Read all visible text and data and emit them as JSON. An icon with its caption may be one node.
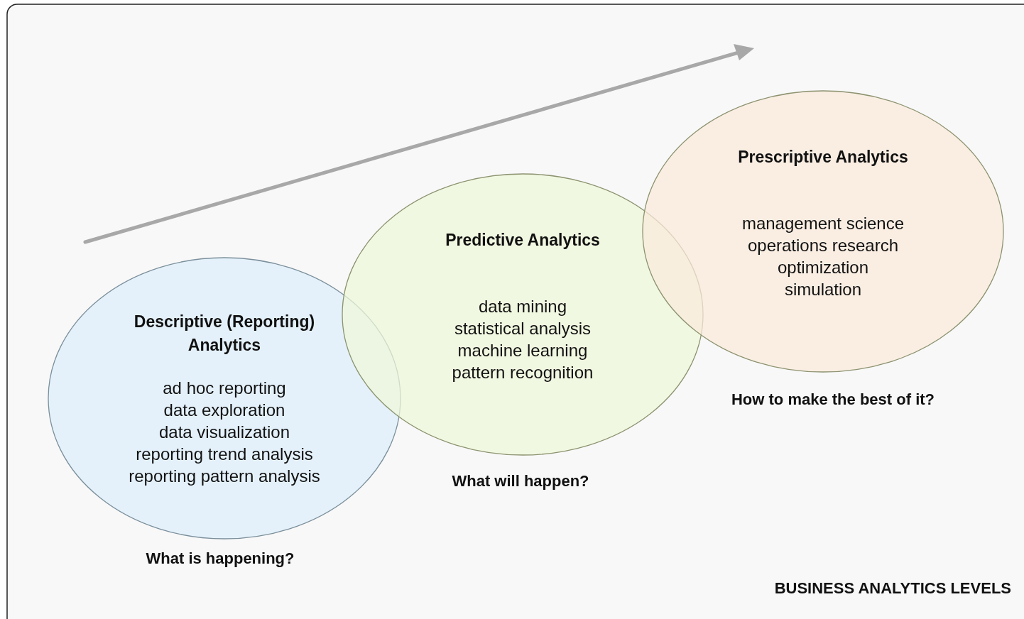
{
  "diagram": {
    "caption": "BUSINESS ANALYTICS LEVELS",
    "nodes": [
      {
        "text": [
          "Descriptive (Reporting) Analytics",
          "ad hoc reporting",
          "data exploration",
          "data visualization",
          "reporting trend analysis",
          "reporting pattern analysis"
        ],
        "beside": [
          "What is happening?"
        ]
      },
      {
        "text": [
          "Predictive Analytics",
          "data mining",
          "statistical analysis",
          "machine learning",
          "pattern recognition"
        ],
        "beside": [
          "What will happen?"
        ]
      },
      {
        "text": [
          "Prescriptive Analytics",
          "management science",
          "operations research",
          "optimization",
          "simulation"
        ],
        "beside": [
          "How to make the best of it?"
        ]
      }
    ]
  }
}
